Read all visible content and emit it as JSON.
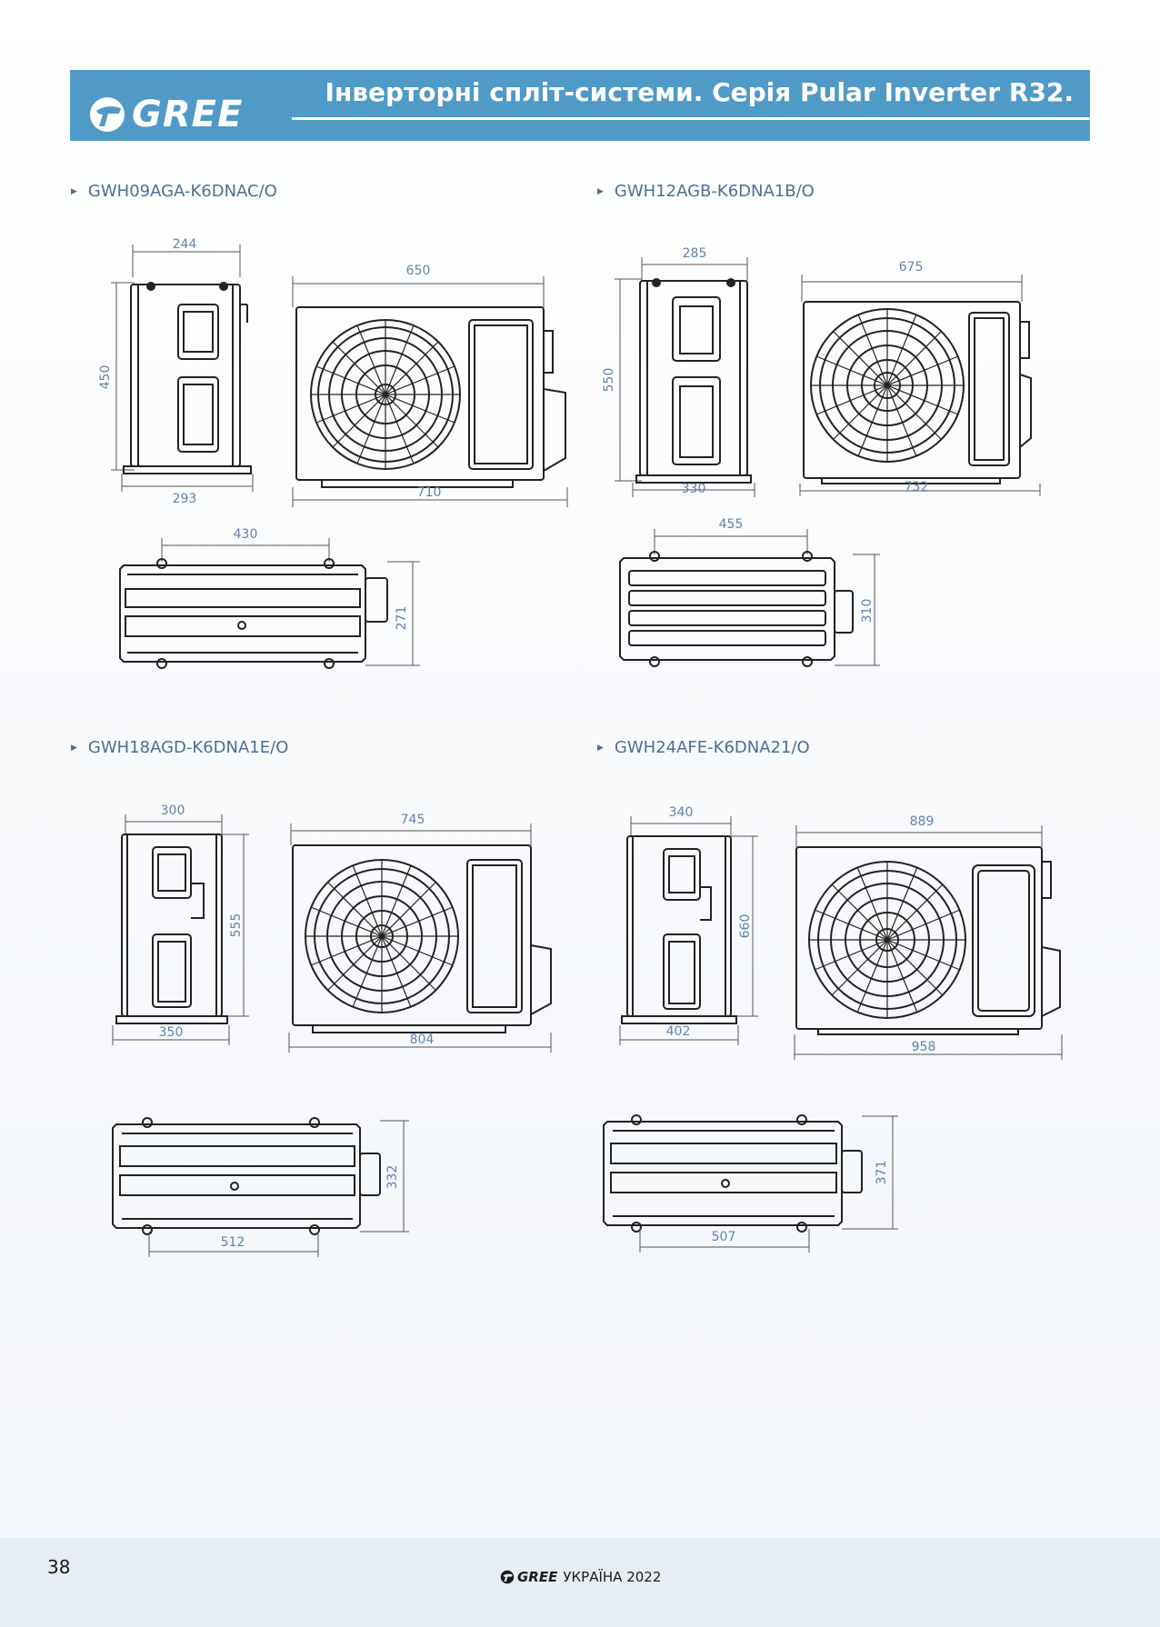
{
  "header": {
    "title": "Інверторні спліт-системи. Серія Pular Inverter R32.",
    "logo_text": "GREE",
    "color_banner": "#4f9ac6"
  },
  "models": [
    {
      "name": "GWH09AGA-K6DNAC/O",
      "dims": {
        "side_top": "244",
        "side_height": "450",
        "side_bottom": "293",
        "front_top": "650",
        "front_bottom": "710",
        "top_span": "430",
        "top_depth": "271"
      }
    },
    {
      "name": "GWH12AGB-K6DNA1B/O",
      "dims": {
        "side_top": "285",
        "side_height": "550",
        "side_bottom": "330",
        "front_top": "675",
        "front_bottom": "732",
        "top_span": "455",
        "top_depth": "310"
      }
    },
    {
      "name": "GWH18AGD-K6DNA1E/O",
      "dims": {
        "side_top": "300",
        "side_height": "555",
        "side_bottom": "350",
        "front_top": "745",
        "front_bottom": "804",
        "top_span": "512",
        "top_depth": "332"
      }
    },
    {
      "name": "GWH24AFE-K6DNA21/O",
      "dims": {
        "side_top": "340",
        "side_height": "660",
        "side_bottom": "402",
        "front_top": "889",
        "front_bottom": "958",
        "top_span": "507",
        "top_depth": "371"
      }
    }
  ],
  "footer": {
    "page_number": "38",
    "logo_text": "GREE",
    "caption": "УКРАЇНА 2022"
  }
}
